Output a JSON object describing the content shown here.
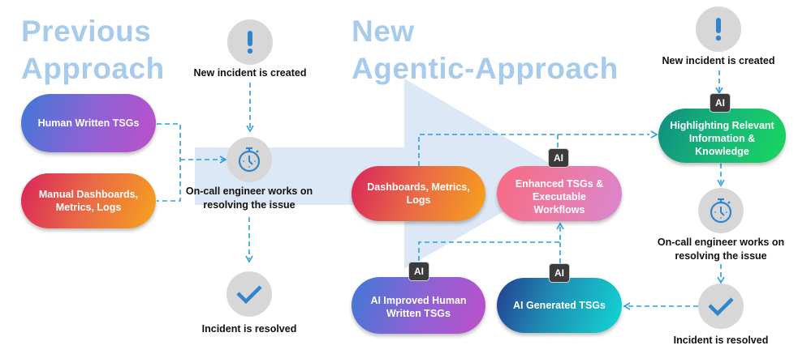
{
  "previous": {
    "title_line1": "Previous",
    "title_line2": "Approach",
    "pills": [
      {
        "label": "Human Written TSGs"
      },
      {
        "label": "Manual Dashboards,\nMetrics, Logs"
      }
    ],
    "steps": [
      {
        "icon": "exclamation-icon",
        "label": "New incident is created"
      },
      {
        "icon": "stopwatch-icon",
        "label": "On-call engineer works on\nresolving the issue"
      },
      {
        "icon": "checkmark-icon",
        "label": "Incident is resolved"
      }
    ]
  },
  "new": {
    "title_line1": "New",
    "title_line2": "Agentic-Approach",
    "pills": [
      {
        "label": "Dashboards, Metrics,\nLogs",
        "ai": false
      },
      {
        "label": "Enhanced TSGs &\nExecutable\nWorkflows",
        "ai": true
      },
      {
        "label": "AI Improved Human\nWritten TSGs",
        "ai": true
      },
      {
        "label": "AI Generated TSGs",
        "ai": true
      },
      {
        "label": "Highlighting Relevant\nInformation &\nKnowledge",
        "ai": true
      }
    ],
    "steps": [
      {
        "icon": "exclamation-icon",
        "label": "New incident is created"
      },
      {
        "icon": "stopwatch-icon",
        "label": "On-call engineer works on\nresolving the issue"
      },
      {
        "icon": "checkmark-icon",
        "label": "Incident is resolved"
      }
    ],
    "ai_badge_label": "AI"
  },
  "colors": {
    "title": "#a7cbec",
    "arrow_bg": "#dce8f6",
    "connector": "#2aa0dc",
    "icon": "#2f86cc",
    "circle": "#d7d7d7",
    "badge": "#3b3b3b"
  }
}
